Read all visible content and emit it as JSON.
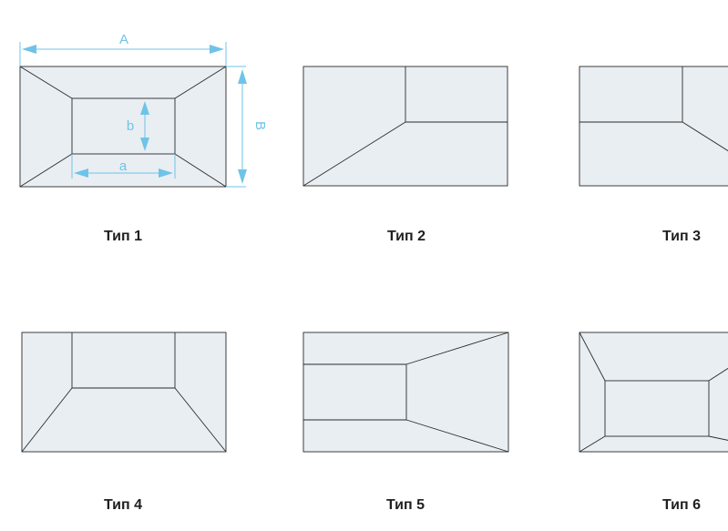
{
  "figures": [
    {
      "id": "type-1",
      "label": "Тип 1"
    },
    {
      "id": "type-2",
      "label": "Тип 2"
    },
    {
      "id": "type-3",
      "label": "Тип 3"
    },
    {
      "id": "type-4",
      "label": "Тип 4"
    },
    {
      "id": "type-5",
      "label": "Тип 5"
    },
    {
      "id": "type-6",
      "label": "Тип 6"
    }
  ],
  "dimensions": {
    "outer_width": "A",
    "outer_height": "B",
    "inner_width": "a",
    "inner_height": "b"
  },
  "colors": {
    "fill": "#e9eef2",
    "edge": "#2b2b2b",
    "dimension": "#6fc3e8",
    "label": "#1f1f1f"
  }
}
